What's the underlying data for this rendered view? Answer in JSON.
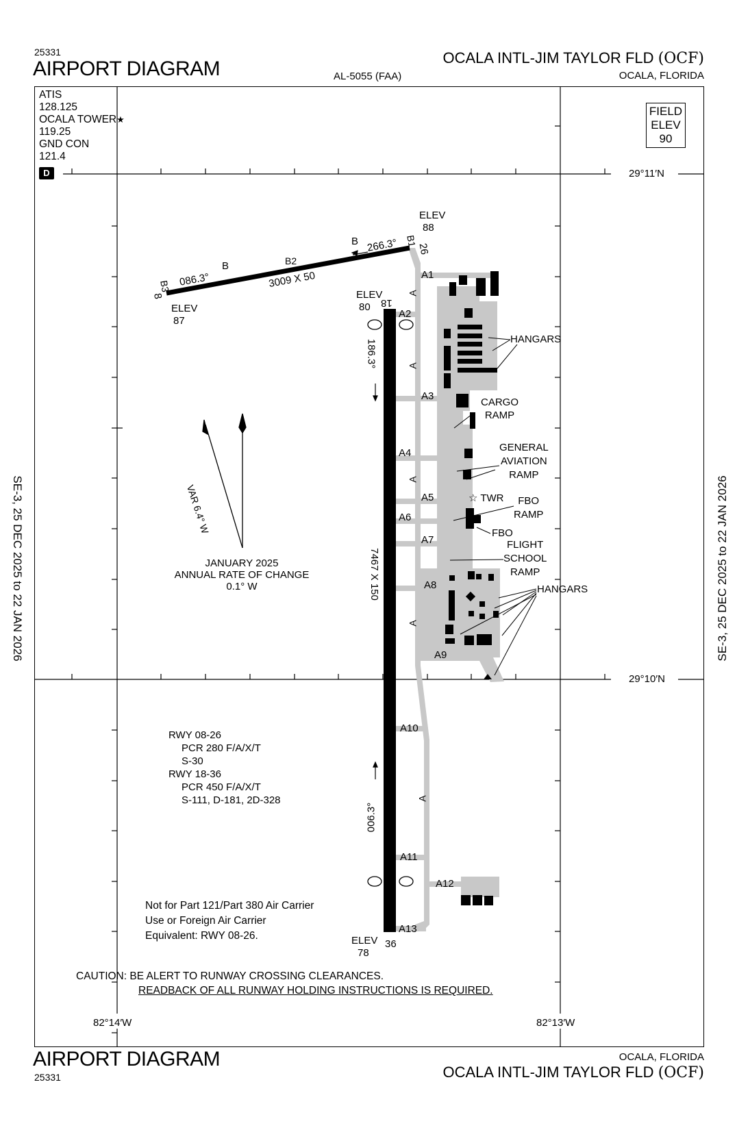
{
  "header": {
    "chart_number": "25331",
    "title": "AIRPORT DIAGRAM",
    "procedure_id": "AL-5055 (FAA)",
    "airport_name": "OCALA INTL-JIM TAYLOR FLD",
    "airport_code": "(OCF)",
    "city": "OCALA, FLORIDA"
  },
  "footer": {
    "chart_number": "25331",
    "title": "AIRPORT DIAGRAM",
    "airport_name": "OCALA INTL-JIM TAYLOR FLD",
    "airport_code": "(OCF)",
    "city": "OCALA, FLORIDA"
  },
  "validity": {
    "left": "SE-3,  25 DEC 2025  to  22 JAN 2026",
    "right": "SE-3,  25 DEC 2025  to  22 JAN 2026"
  },
  "comms": {
    "atis_label": "ATIS",
    "atis_freq": "128.125",
    "tower_label": "OCALA TOWER",
    "tower_star": "★",
    "tower_freq": "119.25",
    "gnd_label": "GND CON",
    "gnd_freq": "121.4",
    "d_badge": "D"
  },
  "field_elev": {
    "line1": "FIELD",
    "line2": "ELEV",
    "value": "90"
  },
  "coordinates": {
    "lat_top": "29°11′N",
    "lat_mid": "29°10′N",
    "lon_left": "82°14′W",
    "lon_right": "82°13′W"
  },
  "runways": {
    "rwy_08_26": {
      "dimensions": "3009 X 50",
      "heading_west": "086.3°",
      "heading_east": "266.3°",
      "end_08": "8",
      "end_26": "26",
      "elev_08_label": "ELEV",
      "elev_08": "87",
      "elev_26_label": "ELEV",
      "elev_26": "88",
      "taxiway_b_labels": [
        "B",
        "B"
      ],
      "b1": "B1",
      "b2": "B2",
      "b3": "B3"
    },
    "rwy_18_36": {
      "dimensions": "7467 X 150",
      "heading_south": "186.3°",
      "heading_north": "006.3°",
      "end_18": "18",
      "end_36": "36",
      "elev_18_label": "ELEV",
      "elev_18": "80",
      "elev_36_label": "ELEV",
      "elev_36": "78"
    }
  },
  "taxiways": {
    "a1": "A1",
    "a2": "A2",
    "a3": "A3",
    "a4": "A4",
    "a5": "A5",
    "a6": "A6",
    "a7": "A7",
    "a8": "A8",
    "a9": "A9",
    "a10": "A10",
    "a11": "A11",
    "a12": "A12",
    "a13": "A13",
    "a_marks": [
      "A",
      "A",
      "A",
      "A",
      "A"
    ]
  },
  "labels": {
    "hangars_1": "HANGARS",
    "cargo_ramp": [
      "CARGO",
      "RAMP"
    ],
    "ga_ramp": [
      "GENERAL",
      "AVIATION",
      "RAMP"
    ],
    "twr": "TWR",
    "fbo_ramp": [
      "FBO",
      "RAMP"
    ],
    "fbo": "FBO",
    "flight_school_ramp": [
      "FLIGHT",
      "SCHOOL",
      "RAMP"
    ],
    "hangars_2": "HANGARS"
  },
  "magnetic": {
    "variation": "VAR 6.4° W",
    "rate_line1": "JANUARY 2025",
    "rate_line2": "ANNUAL RATE OF CHANGE",
    "rate_line3": "0.1° W"
  },
  "pcr": {
    "rwy1": "RWY 08-26",
    "rwy1_pcr": "PCR 280 F/A/X/T",
    "rwy1_s": "S-30",
    "rwy2": "RWY 18-36",
    "rwy2_pcr": "PCR 450 F/A/X/T",
    "rwy2_s": "S-111, D-181, 2D-328"
  },
  "notes": {
    "part121_1": "Not for Part 121/Part 380 Air Carrier",
    "part121_2": "Use or Foreign Air Carrier",
    "part121_3": "Equivalent: RWY 08-26.",
    "caution_1": "CAUTION: BE ALERT TO RUNWAY CROSSING CLEARANCES.",
    "caution_2": "READBACK OF ALL RUNWAY HOLDING INSTRUCTIONS IS REQUIRED."
  },
  "colors": {
    "ink": "#000000",
    "pavement": "#c8c8c8",
    "paper": "#ffffff"
  }
}
